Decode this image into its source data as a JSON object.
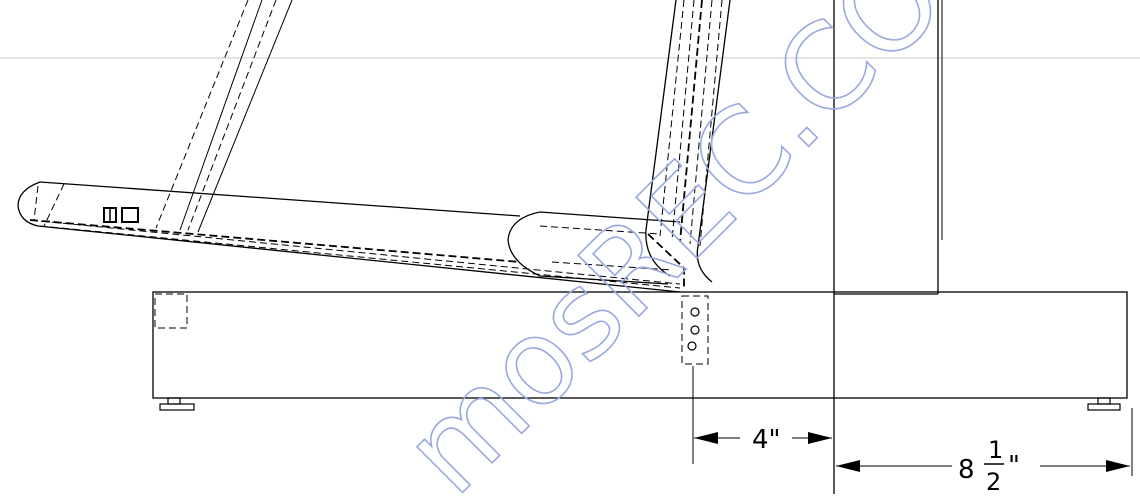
{
  "dimensions": {
    "seat_setback": {
      "value": "4\""
    },
    "overall_offset": {
      "whole": "8",
      "numerator": "1",
      "denominator": "2",
      "unit": "\""
    }
  },
  "watermark": {
    "text": "mosREC.COM",
    "color": "#9aa8e0"
  }
}
